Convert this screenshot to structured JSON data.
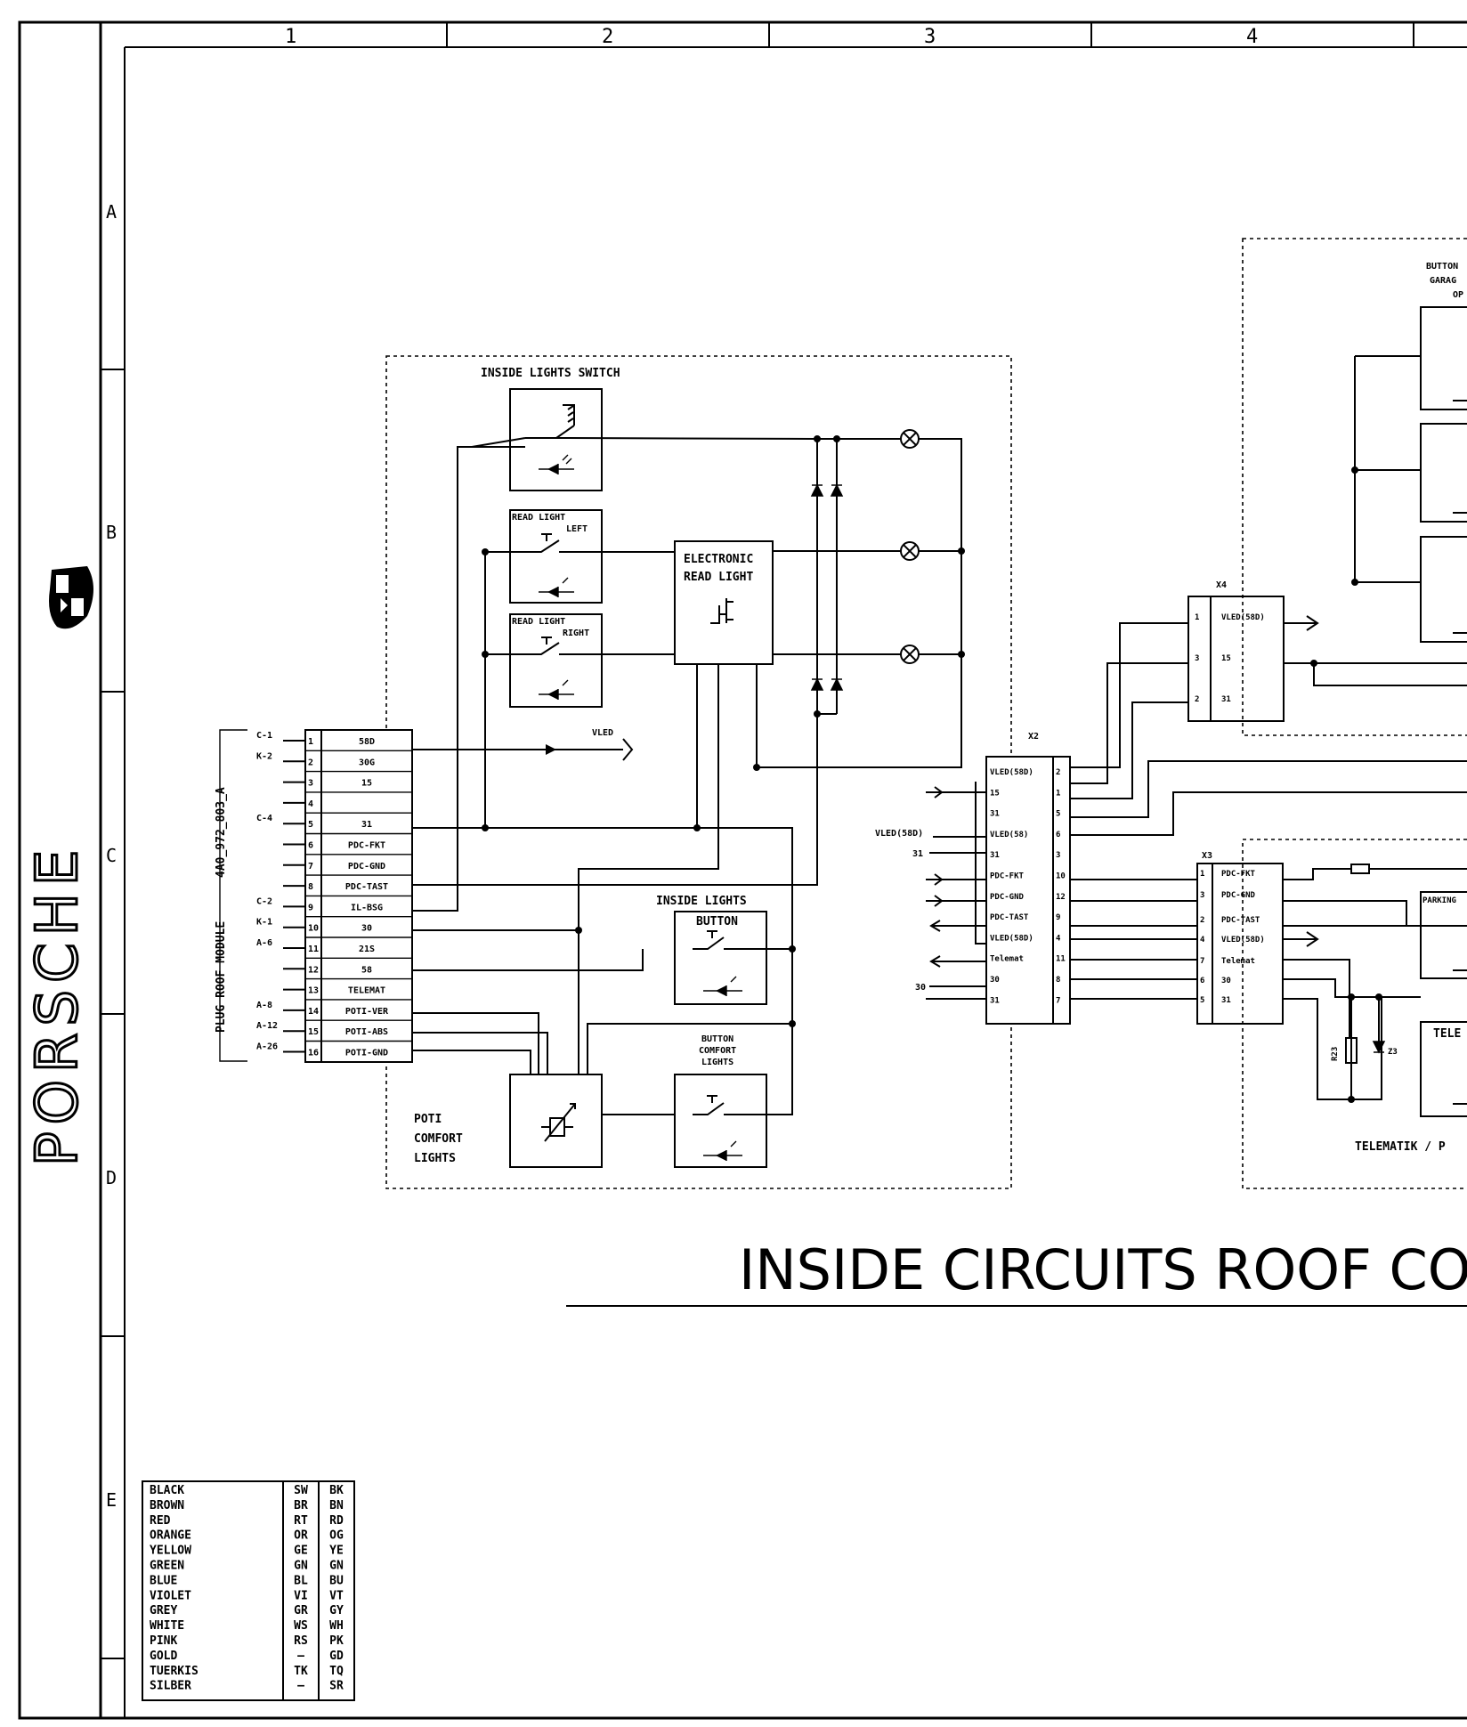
{
  "title": "INSIDE CIRCUITS ROOF CON",
  "brand": "PORSCHE",
  "frame": {
    "columns": [
      "1",
      "2",
      "3",
      "4"
    ],
    "rows": [
      "A",
      "B",
      "C",
      "D",
      "E"
    ]
  },
  "blocks": {
    "inside_lights_switch": "INSIDE LIGHTS SWITCH",
    "read_light_left": [
      "READ LIGHT",
      "LEFT"
    ],
    "read_light_right": [
      "READ LIGHT",
      "RIGHT"
    ],
    "electronic_read_light": [
      "ELECTRONIC",
      "READ LIGHT"
    ],
    "inside_lights_button": [
      "INSIDE LIGHTS",
      "BUTTON"
    ],
    "button_comfort_lights": [
      "BUTTON",
      "COMFORT",
      "LIGHTS"
    ],
    "poti_comfort_lights": [
      "POTI",
      "COMFORT",
      "LIGHTS"
    ],
    "button_garage_opener": [
      "BUTTON",
      "GARAG",
      "OP"
    ],
    "parking": "PARKING",
    "telematik_partial": "TELE",
    "telematik_footer": "TELEMATIK / P",
    "vled_arrow": "VLED"
  },
  "plug_roof_module": {
    "label": "PLUG ROOF MODULE",
    "part_no": "4A0_972_803_A",
    "pins": [
      {
        "ext": "C-1",
        "pin": "1",
        "signal": "58D"
      },
      {
        "ext": "K-2",
        "pin": "2",
        "signal": "30G"
      },
      {
        "ext": "",
        "pin": "3",
        "signal": "15"
      },
      {
        "ext": "",
        "pin": "4",
        "signal": ""
      },
      {
        "ext": "C-4",
        "pin": "5",
        "signal": "31"
      },
      {
        "ext": "",
        "pin": "6",
        "signal": "PDC-FKT"
      },
      {
        "ext": "",
        "pin": "7",
        "signal": "PDC-GND"
      },
      {
        "ext": "",
        "pin": "8",
        "signal": "PDC-TAST"
      },
      {
        "ext": "C-2",
        "pin": "9",
        "signal": "IL-BSG"
      },
      {
        "ext": "K-1",
        "pin": "10",
        "signal": "30"
      },
      {
        "ext": "A-6",
        "pin": "11",
        "signal": "21S"
      },
      {
        "ext": "",
        "pin": "12",
        "signal": "58"
      },
      {
        "ext": "",
        "pin": "13",
        "signal": "TELEMAT"
      },
      {
        "ext": "A-8",
        "pin": "14",
        "signal": "POTI-VER"
      },
      {
        "ext": "A-12",
        "pin": "15",
        "signal": "POTI-ABS"
      },
      {
        "ext": "A-26",
        "pin": "16",
        "signal": "POTI-GND"
      }
    ]
  },
  "x2": {
    "label": "X2",
    "rows": [
      {
        "signal": "VLED(58D)",
        "pin": "2"
      },
      {
        "signal": "15",
        "pin": "1"
      },
      {
        "signal": "31",
        "pin": "5"
      },
      {
        "signal": "VLED(58)",
        "pin": "6"
      },
      {
        "signal": "31",
        "pin": "3"
      },
      {
        "signal": "PDC-FKT",
        "pin": "10"
      },
      {
        "signal": "PDC-GND",
        "pin": "12"
      },
      {
        "signal": "PDC-TAST",
        "pin": "9"
      },
      {
        "signal": "VLED(58D)",
        "pin": "4"
      },
      {
        "signal": "Telemat",
        "pin": "11"
      },
      {
        "signal": "30",
        "pin": "8"
      },
      {
        "signal": "31",
        "pin": "7"
      }
    ],
    "left_labels": [
      "VLED(58D)",
      "31",
      "30"
    ]
  },
  "x3": {
    "label": "X3",
    "rows": [
      {
        "pin": "1",
        "signal": "PDC-FKT"
      },
      {
        "pin": "3",
        "signal": "PDC-GND"
      },
      {
        "pin": "2",
        "signal": "PDC-TAST"
      },
      {
        "pin": "4",
        "signal": "VLED(58D)"
      },
      {
        "pin": "7",
        "signal": "Telemat"
      },
      {
        "pin": "6",
        "signal": "30"
      },
      {
        "pin": "5",
        "signal": "31"
      }
    ]
  },
  "x4": {
    "label": "X4",
    "rows": [
      {
        "pin": "1",
        "signal": "VLED(58D)"
      },
      {
        "pin": "3",
        "signal": "15"
      },
      {
        "pin": "2",
        "signal": "31"
      }
    ]
  },
  "components": {
    "r23": "R23",
    "d23": "Z3"
  },
  "color_table": [
    {
      "name": "BLACK",
      "de": "SW",
      "en": "BK"
    },
    {
      "name": "BROWN",
      "de": "BR",
      "en": "BN"
    },
    {
      "name": "RED",
      "de": "RT",
      "en": "RD"
    },
    {
      "name": "ORANGE",
      "de": "OR",
      "en": "OG"
    },
    {
      "name": "YELLOW",
      "de": "GE",
      "en": "YE"
    },
    {
      "name": "GREEN",
      "de": "GN",
      "en": "GN"
    },
    {
      "name": "BLUE",
      "de": "BL",
      "en": "BU"
    },
    {
      "name": "VIOLET",
      "de": "VI",
      "en": "VT"
    },
    {
      "name": "GREY",
      "de": "GR",
      "en": "GY"
    },
    {
      "name": "WHITE",
      "de": "WS",
      "en": "WH"
    },
    {
      "name": "PINK",
      "de": "RS",
      "en": "PK"
    },
    {
      "name": "GOLD",
      "de": "—",
      "en": "GD"
    },
    {
      "name": "TUERKIS",
      "de": "TK",
      "en": "TQ"
    },
    {
      "name": "SILBER",
      "de": "—",
      "en": "SR"
    }
  ]
}
